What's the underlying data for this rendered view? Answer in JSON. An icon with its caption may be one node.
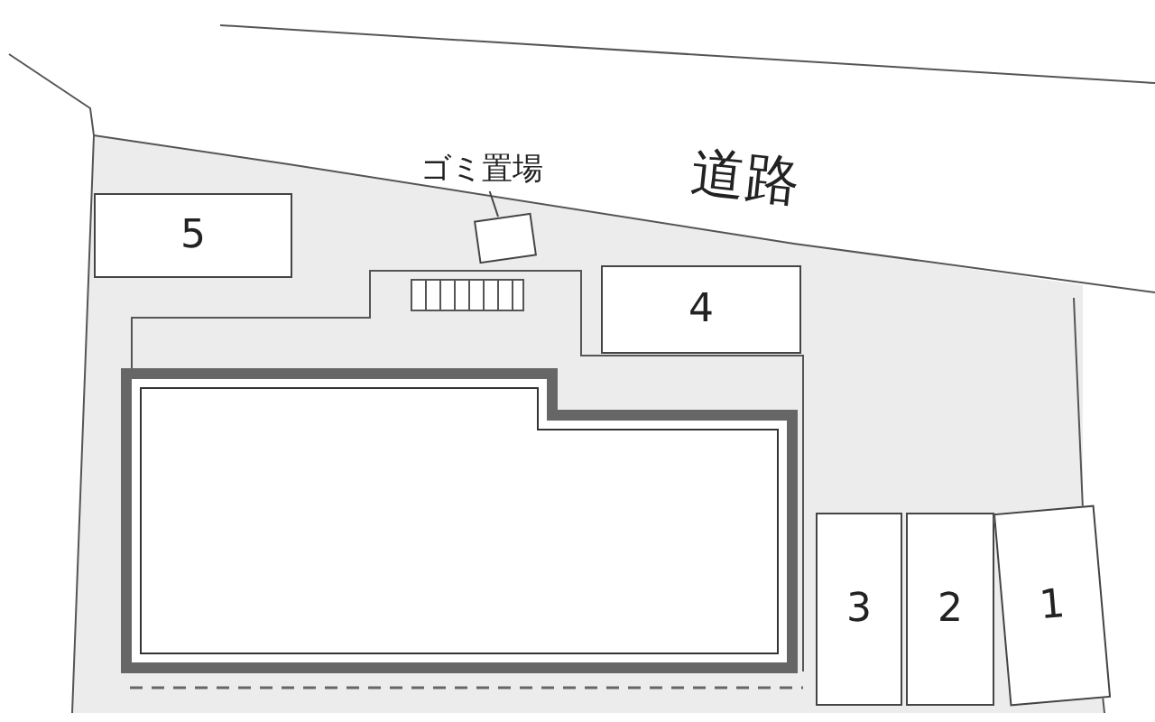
{
  "diagram": {
    "nodes": [
      {
        "text": [
          "ゴミ置場"
        ]
      },
      {
        "text": [],
        "shape": "box"
      },
      {
        "text": [
          "5"
        ]
      },
      {
        "text": [
          "4"
        ]
      },
      {
        "text": [
          "3"
        ]
      },
      {
        "text": [
          "2"
        ]
      },
      {
        "text": [
          "1"
        ]
      }
    ],
    "edges": [
      {
        "from": 0,
        "to": 1,
        "arrow": "none"
      }
    ],
    "labels": [
      "道路"
    ]
  }
}
